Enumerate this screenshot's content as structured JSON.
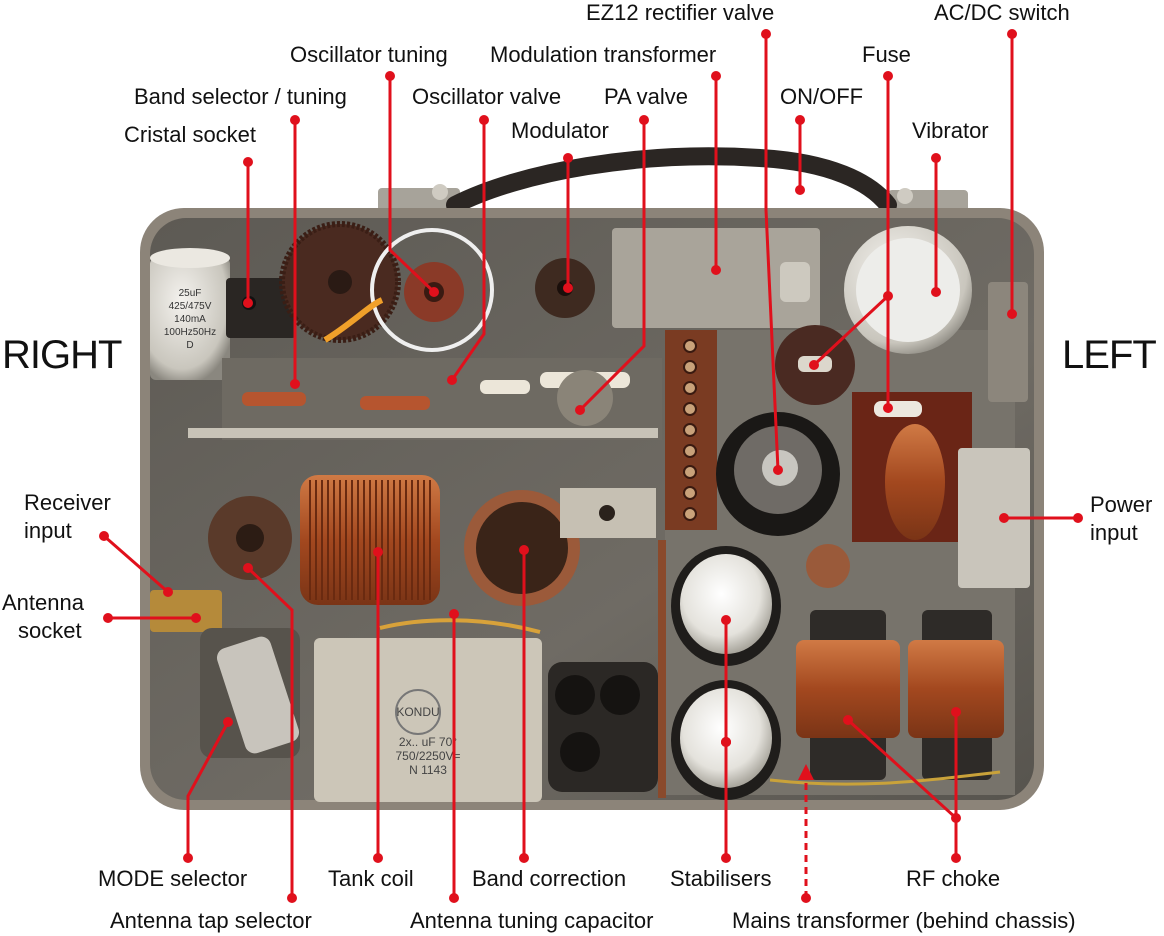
{
  "side_labels": {
    "right": "RIGHT",
    "left": "LEFT"
  },
  "labels": {
    "ez12": "EZ12 rectifier valve",
    "acdc": "AC/DC switch",
    "osc_tuning": "Oscillator tuning",
    "mod_transformer": "Modulation transformer",
    "fuse": "Fuse",
    "band_selector": "Band selector / tuning",
    "osc_valve": "Oscillator valve",
    "pa_valve": "PA valve",
    "on_off": "ON/OFF",
    "cristal_socket": "Cristal socket",
    "modulator": "Modulator",
    "vibrator": "Vibrator",
    "receiver_input_1": "Receiver",
    "receiver_input_2": "input",
    "antenna_socket_1": "Antenna",
    "antenna_socket_2": "socket",
    "power_input_1": "Power",
    "power_input_2": "input",
    "mode_selector": "MODE selector",
    "tank_coil": "Tank coil",
    "band_correction": "Band correction",
    "stabilisers": "Stabilisers",
    "rf_choke": "RF choke",
    "antenna_tap": "Antenna tap selector",
    "antenna_cap": "Antenna tuning capacitor",
    "mains_transformer": "Mains transformer (behind chassis)"
  },
  "component_markings": {
    "cap_25uf": [
      "25uF",
      "425/475V",
      "140mA",
      "100Hz50Hz",
      "D"
    ],
    "box_cap": [
      "KONDU",
      "2x.. uF 70°",
      "750/2250V=",
      "N 1143"
    ]
  },
  "colors": {
    "leader": "#e0101c",
    "chassis": "#6e6a62",
    "case_edge": "#8c8479",
    "copper": "#b4582c",
    "label_text": "#111111",
    "background": "#ffffff"
  }
}
